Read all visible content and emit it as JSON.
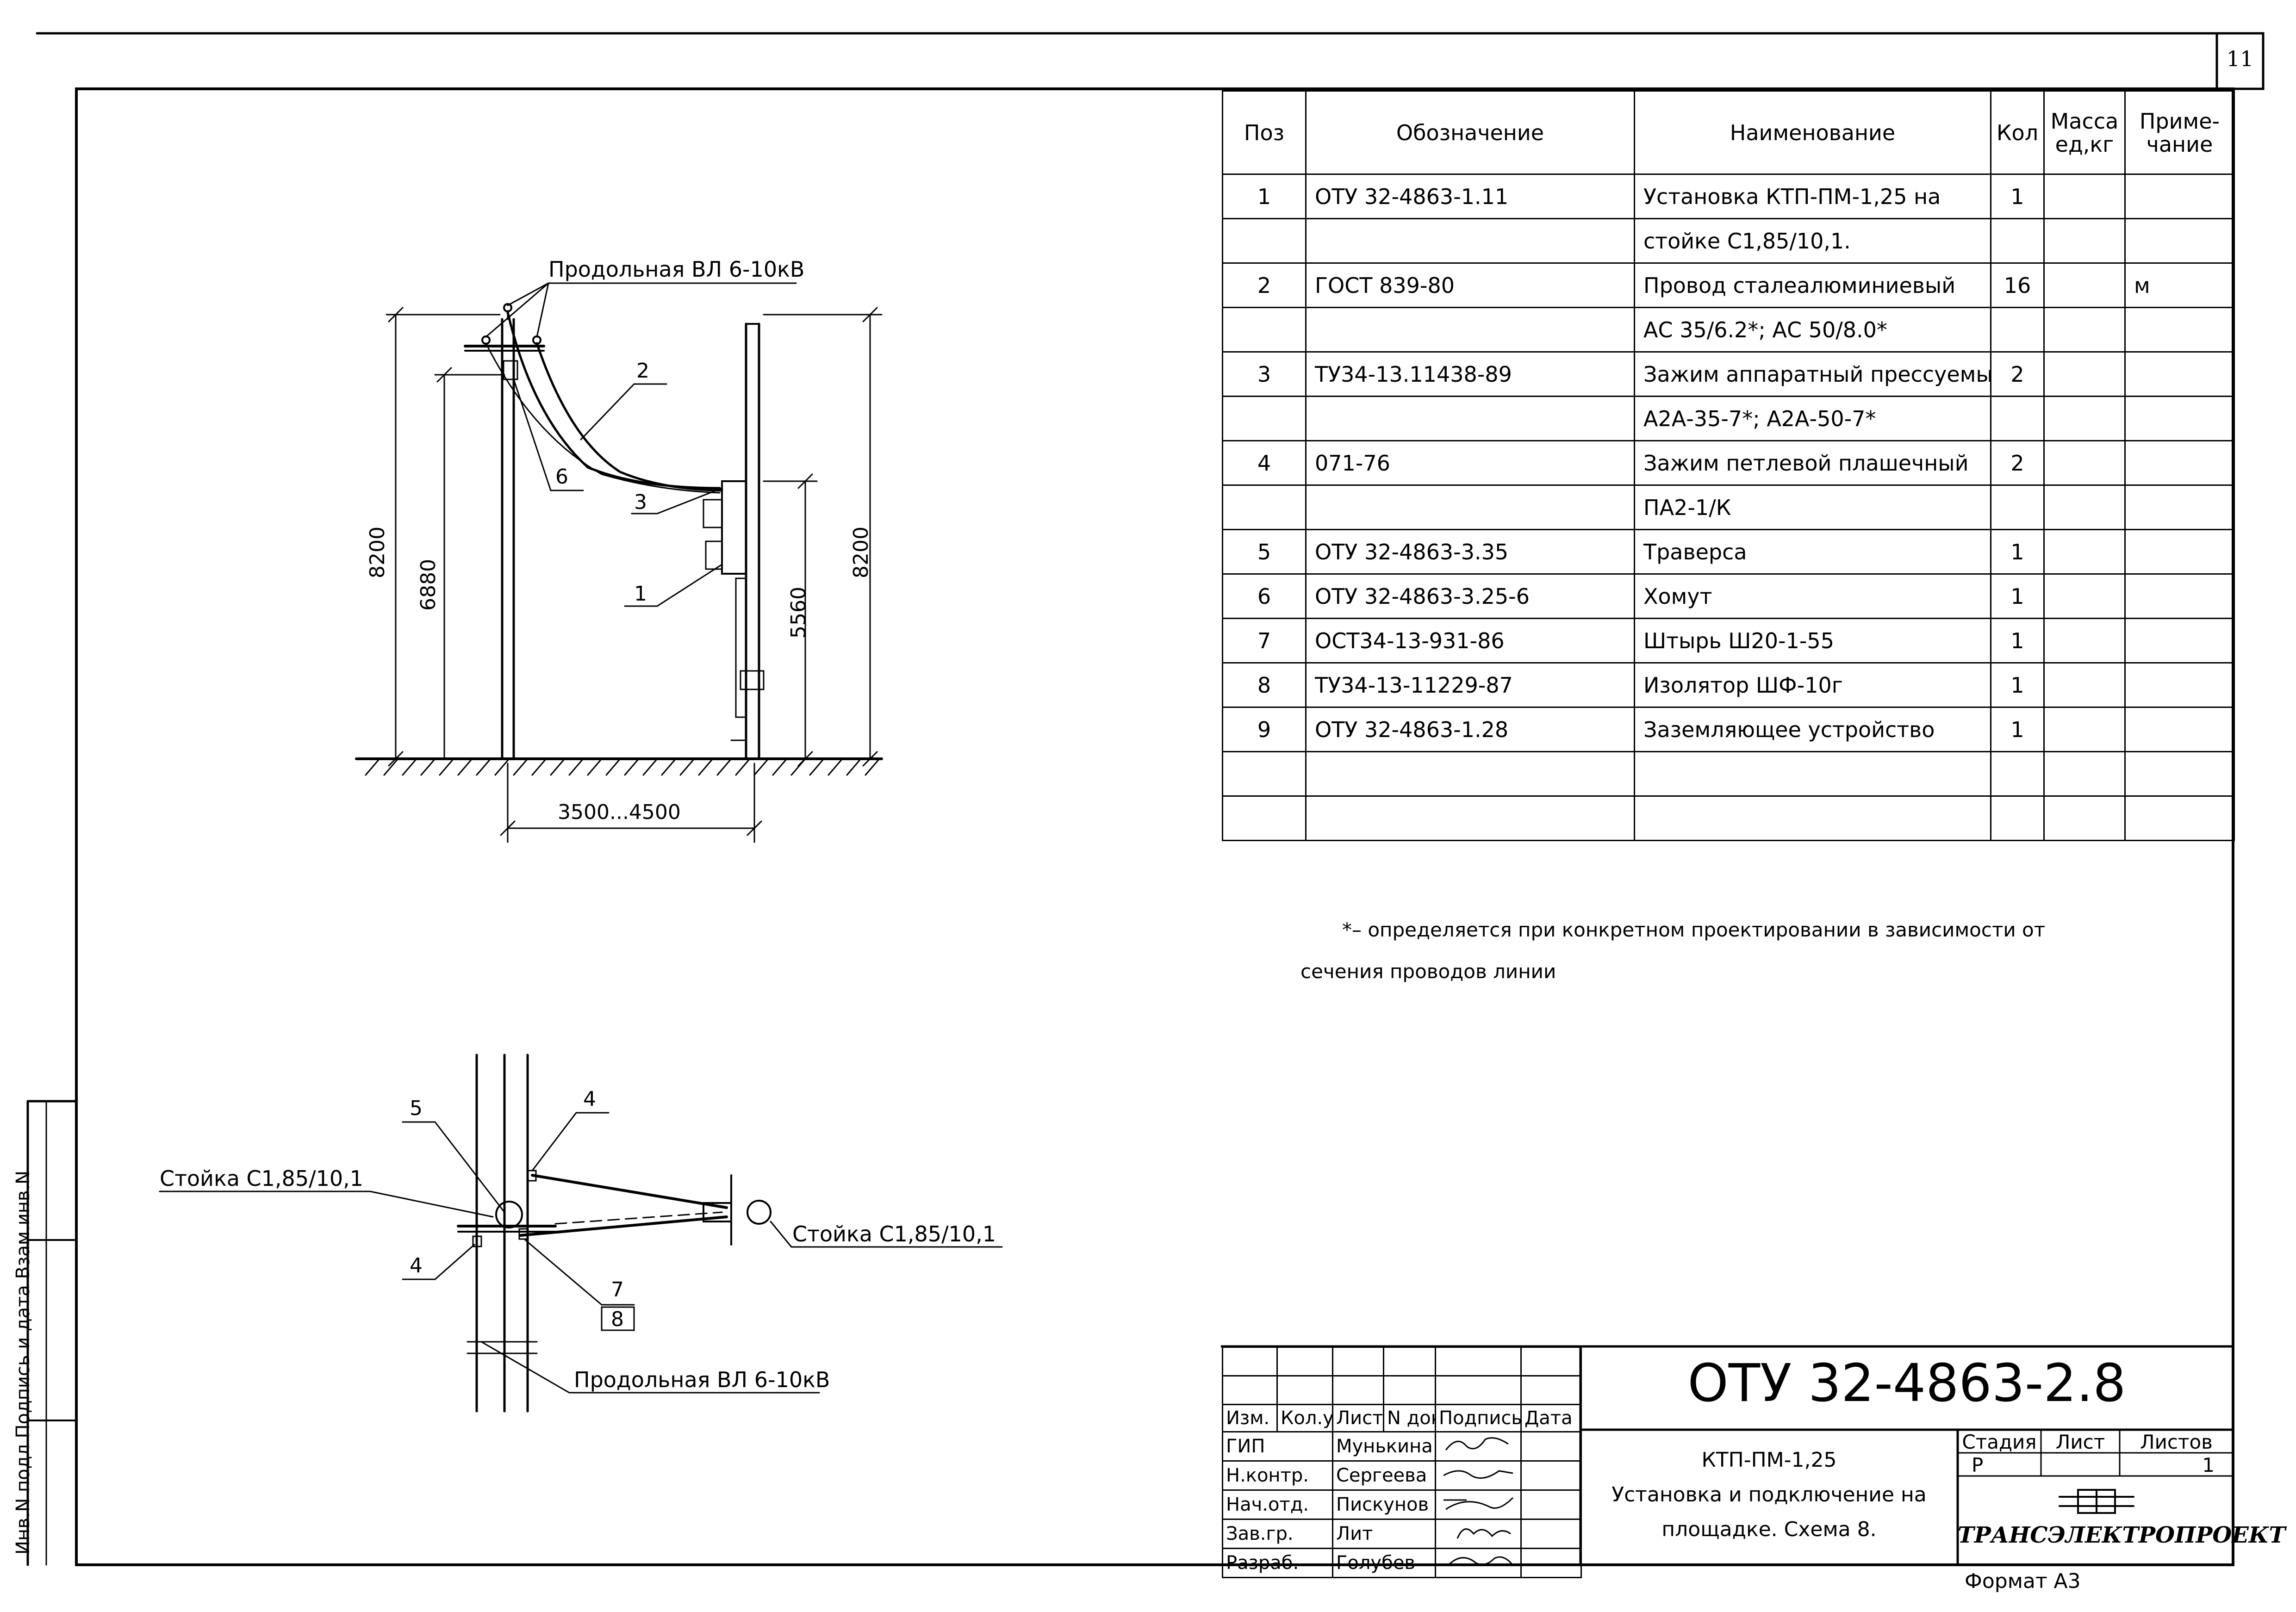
{
  "sheet_number": "11",
  "spec_table": {
    "headers": {
      "pos": "Поз",
      "designation": "Обозначение",
      "name": "Наименование",
      "qty": "Кол",
      "mass": "Масса ед,кг",
      "note": "Приме- чание"
    },
    "rows": [
      {
        "pos": "1",
        "designation": "ОТУ 32-4863-1.11",
        "name": "Установка КТП-ПМ-1,25 на",
        "qty": "1",
        "mass": "",
        "note": ""
      },
      {
        "pos": "",
        "designation": "",
        "name": "стойке С1,85/10,1.",
        "qty": "",
        "mass": "",
        "note": ""
      },
      {
        "pos": "2",
        "designation": "ГОСТ 839-80",
        "name": "Провод сталеалюминиевый",
        "qty": "16",
        "mass": "",
        "note": "м"
      },
      {
        "pos": "",
        "designation": "",
        "name": "АС 35/6.2*; АС 50/8.0*",
        "qty": "",
        "mass": "",
        "note": ""
      },
      {
        "pos": "3",
        "designation": "ТУ34-13.11438-89",
        "name": "Зажим аппаратный прессуемый",
        "qty": "2",
        "mass": "",
        "note": ""
      },
      {
        "pos": "",
        "designation": "",
        "name": "А2А-35-7*; А2А-50-7*",
        "qty": "",
        "mass": "",
        "note": ""
      },
      {
        "pos": "4",
        "designation": "071-76",
        "name": "Зажим петлевой плашечный",
        "qty": "2",
        "mass": "",
        "note": ""
      },
      {
        "pos": "",
        "designation": "",
        "name": "ПА2-1/К",
        "qty": "",
        "mass": "",
        "note": ""
      },
      {
        "pos": "5",
        "designation": "ОТУ 32-4863-3.35",
        "name": "Траверса",
        "qty": "1",
        "mass": "",
        "note": ""
      },
      {
        "pos": "6",
        "designation": "ОТУ 32-4863-3.25-6",
        "name": "Хомут",
        "qty": "1",
        "mass": "",
        "note": ""
      },
      {
        "pos": "7",
        "designation": "ОСТ34-13-931-86",
        "name": "Штырь Ш20-1-55",
        "qty": "1",
        "mass": "",
        "note": ""
      },
      {
        "pos": "8",
        "designation": "ТУ34-13-11229-87",
        "name": "Изолятор ШФ-10г",
        "qty": "1",
        "mass": "",
        "note": ""
      },
      {
        "pos": "9",
        "designation": "ОТУ 32-4863-1.28",
        "name": "Заземляющее устройство",
        "qty": "1",
        "mass": "",
        "note": ""
      },
      {
        "pos": "",
        "designation": "",
        "name": "",
        "qty": "",
        "mass": "",
        "note": ""
      },
      {
        "pos": "",
        "designation": "",
        "name": "",
        "qty": "",
        "mass": "",
        "note": ""
      }
    ]
  },
  "note_line1": "*– определяется при конкретном проектировании в зависимости от",
  "note_line2": "сечения проводов линии",
  "drawing": {
    "label_vl_top": "Продольная ВЛ 6-10кВ",
    "label_vl_bottom": "Продольная ВЛ 6-10кВ",
    "label_post_left": "Стойка С1,85/10,1",
    "label_post_right": "Стойка С1,85/10,1",
    "dim_8200_left": "8200",
    "dim_6880": "6880",
    "dim_5560": "5560",
    "dim_8200_right": "8200",
    "dim_span": "3500...4500",
    "callout_1": "1",
    "callout_2": "2",
    "callout_3": "3",
    "callout_4a": "4",
    "callout_4b": "4",
    "callout_5": "5",
    "callout_6": "6",
    "callout_7": "7",
    "callout_8": "8"
  },
  "title_block": {
    "doc_code": "ОТУ 32-4863-2.8",
    "col_headers": [
      "Изм.",
      "Кол.уч.",
      "Лист",
      "N док.",
      "Подпись",
      "Дата"
    ],
    "people": [
      {
        "role": "ГИП",
        "name": "Мунькина"
      },
      {
        "role": "Н.контр.",
        "name": "Сергеева"
      },
      {
        "role": "Нач.отд.",
        "name": "Пискунов"
      },
      {
        "role": "Зав.гр.",
        "name": "Лит"
      },
      {
        "role": "Разраб.",
        "name": "Голубев"
      }
    ],
    "title_line1": "КТП-ПМ-1,25",
    "title_line2": "Установка и подключение на",
    "title_line3": "площадке. Схема 8.",
    "stage_label": "Стадия",
    "sheet_label": "Лист",
    "sheets_label": "Листов",
    "stage_value": "Р",
    "sheet_value": "",
    "sheets_value": "1",
    "org_name": "ТРАНСЭЛЕКТРОПРОЕКТ",
    "format": "Формат А3"
  },
  "side_stamp": "Инв.N подл Подпись и дата Взам.инв.N"
}
